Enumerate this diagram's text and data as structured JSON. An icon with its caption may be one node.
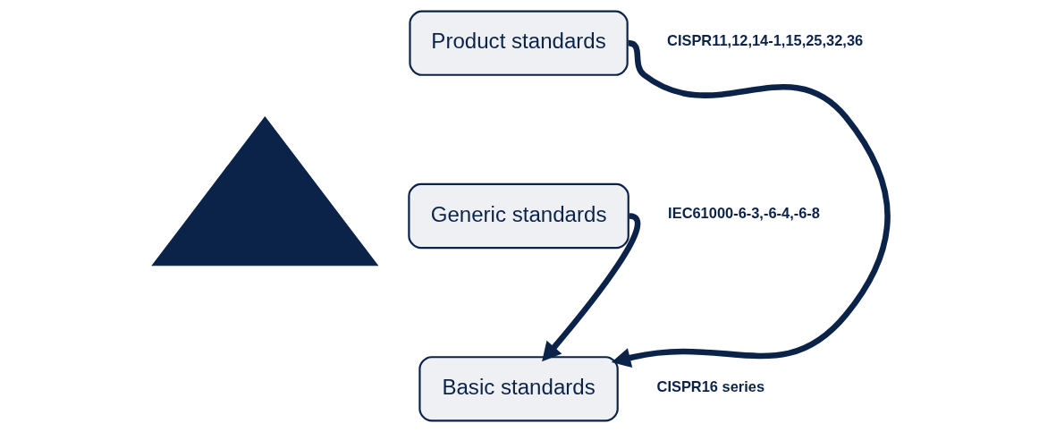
{
  "diagram": {
    "nodes": [
      {
        "text": [],
        "shape": "triangle"
      },
      {
        "text": [
          "Product standards"
        ],
        "beside": [
          "CISPR11,12,14-1,15,25,32,36"
        ]
      },
      {
        "text": [
          "Generic standards"
        ],
        "beside": [
          "IEC61000-6-3,-6-4,-6-8"
        ]
      },
      {
        "text": [
          "Basic standards"
        ],
        "beside": [
          "CISPR16 series"
        ]
      }
    ],
    "edges": [
      {
        "from": 1,
        "to": 3,
        "arrow": "to"
      },
      {
        "from": 2,
        "to": 3,
        "arrow": "to"
      }
    ]
  }
}
